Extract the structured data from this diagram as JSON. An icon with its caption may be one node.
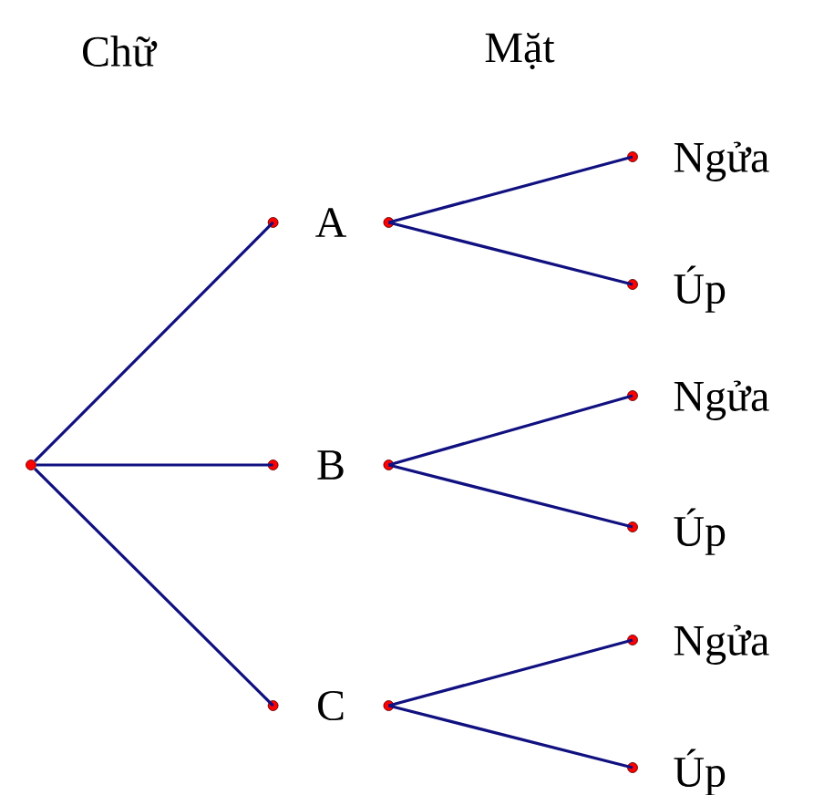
{
  "diagram": {
    "nodes": [
      {
        "text": [],
        "shape": "circle"
      },
      {
        "text": [
          "A"
        ]
      },
      {
        "text": [
          "Ngửa"
        ]
      },
      {
        "text": [
          "Úp"
        ]
      },
      {
        "text": [
          "B"
        ]
      },
      {
        "text": [
          "Ngửa"
        ]
      },
      {
        "text": [
          "Úp"
        ]
      },
      {
        "text": [
          "C"
        ]
      },
      {
        "text": [
          "Ngửa"
        ]
      },
      {
        "text": [
          "Úp"
        ]
      }
    ],
    "edges": [
      {
        "from": 0,
        "to": 1,
        "arrow": "none"
      },
      {
        "from": 0,
        "to": 4,
        "arrow": "none"
      },
      {
        "from": 0,
        "to": 7,
        "arrow": "none"
      },
      {
        "from": 1,
        "to": 2,
        "arrow": "none"
      },
      {
        "from": 1,
        "to": 3,
        "arrow": "none"
      },
      {
        "from": 4,
        "to": 5,
        "arrow": "none"
      },
      {
        "from": 4,
        "to": 6,
        "arrow": "none"
      },
      {
        "from": 7,
        "to": 8,
        "arrow": "none"
      },
      {
        "from": 7,
        "to": 9,
        "arrow": "none"
      }
    ],
    "labels": [
      "Chữ",
      "Mặt"
    ]
  }
}
